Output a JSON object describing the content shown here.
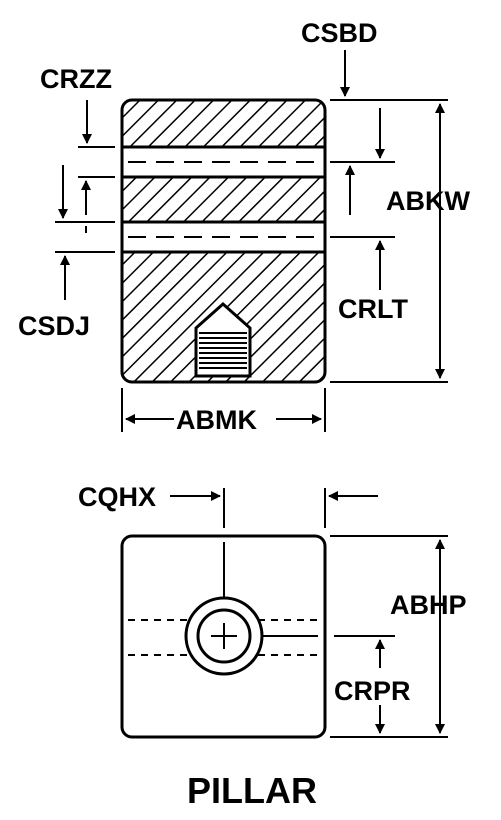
{
  "labels": {
    "csbd": "CSBD",
    "crzz": "CRZZ",
    "abkw": "ABKW",
    "crlt": "CRLT",
    "csdj": "CSDJ",
    "abmk": "ABMK",
    "cqhx": "CQHX",
    "abhp": "ABHP",
    "crpr": "CRPR"
  },
  "title": "PILLAR"
}
